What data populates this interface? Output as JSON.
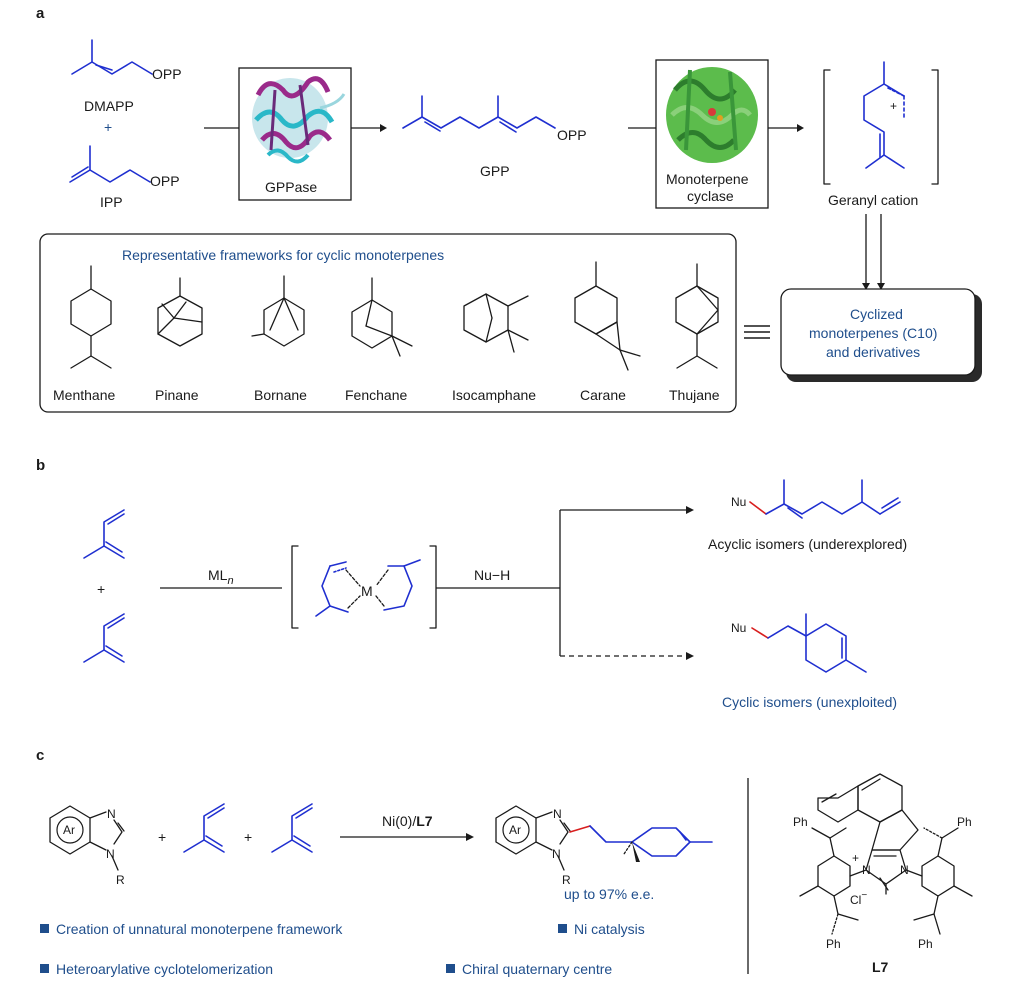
{
  "panel_a": {
    "label": "a",
    "dmapp": "DMAPP",
    "plus": "+",
    "ipp": "IPP",
    "opp": "OPP",
    "gppase": "GPPase",
    "gpp": "GPP",
    "cyclase_line1": "Monoterpene",
    "cyclase_line2": "cyclase",
    "geranyl_cation": "Geranyl cation",
    "cation_charge": "+",
    "frameworks_title": "Representative frameworks for cyclic monoterpenes",
    "frameworks": [
      "Menthane",
      "Pinane",
      "Bornane",
      "Fenchane",
      "Isocamphane",
      "Carane",
      "Thujane"
    ],
    "cyclized_line1": "Cyclized",
    "cyclized_line2": "monoterpenes (C10)",
    "cyclized_line3": "and derivatives"
  },
  "panel_b": {
    "label": "b",
    "plus": "+",
    "catalyst": "ML",
    "catalyst_sub": "n",
    "metal": "M",
    "nucleophile": "Nu−H",
    "nu": "Nu",
    "acyclic": "Acyclic isomers (underexplored)",
    "cyclic": "Cyclic isomers (unexploited)"
  },
  "panel_c": {
    "label": "c",
    "ar": "Ar",
    "n": "N",
    "r": "R",
    "plus": "+",
    "catalyst_prefix": "Ni(0)/",
    "catalyst_ligand": "L7",
    "ee": "up to 97% e.e.",
    "bullets": [
      "Creation of unnatural monoterpene framework",
      "Ni catalysis",
      "Heteroarylative cyclotelomerization",
      "Chiral quaternary centre"
    ],
    "ph": "Ph",
    "plus_charge": "+",
    "chloride": "Cl",
    "chloride_charge": "−",
    "ligand_label": "L7"
  },
  "colors": {
    "blue_bonds": "#1f2fd0",
    "blue_text": "#1f4e8c",
    "red_bond": "#d81e1e",
    "protein_magenta": "#9a2a8a",
    "protein_cyan": "#2ab8c8",
    "protein_green": "#3aa83a"
  }
}
